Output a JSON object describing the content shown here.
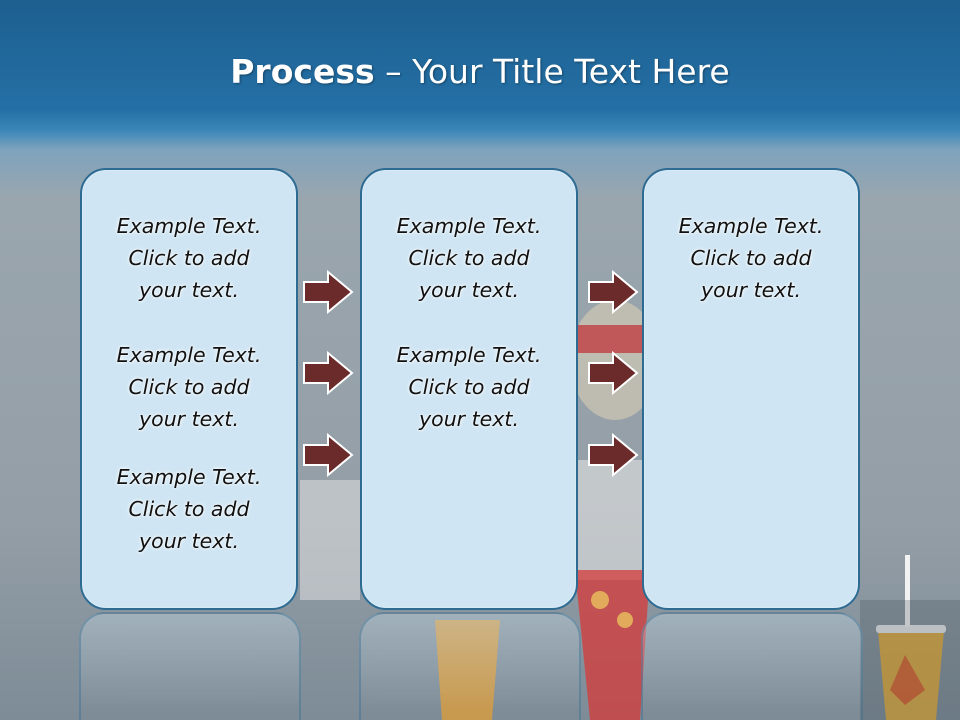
{
  "slide": {
    "title_bold": "Process",
    "title_rest": " – Your Title Text Here",
    "columns": [
      {
        "items": [
          [
            "Example Text.",
            "Click  to add",
            "your text."
          ],
          [
            "Example Text.",
            "Click  to add",
            "your text."
          ],
          [
            "Example Text.",
            "Click  to add",
            "your text."
          ]
        ]
      },
      {
        "items": [
          [
            "Example Text.",
            "Click  to add",
            "your text."
          ],
          [
            "Example Text.",
            "Click  to add",
            "your text."
          ]
        ]
      },
      {
        "items": [
          [
            "Example Text.",
            "Click  to add",
            "your text."
          ]
        ]
      }
    ]
  },
  "colors": {
    "header_blue": "#2470a6",
    "box_fill": "#cfe5f3",
    "box_border": "#2d6b93",
    "arrow_fill": "#6b2b2b",
    "arrow_outline": "#ffffff"
  },
  "icons": [
    "right-arrow-icon"
  ]
}
